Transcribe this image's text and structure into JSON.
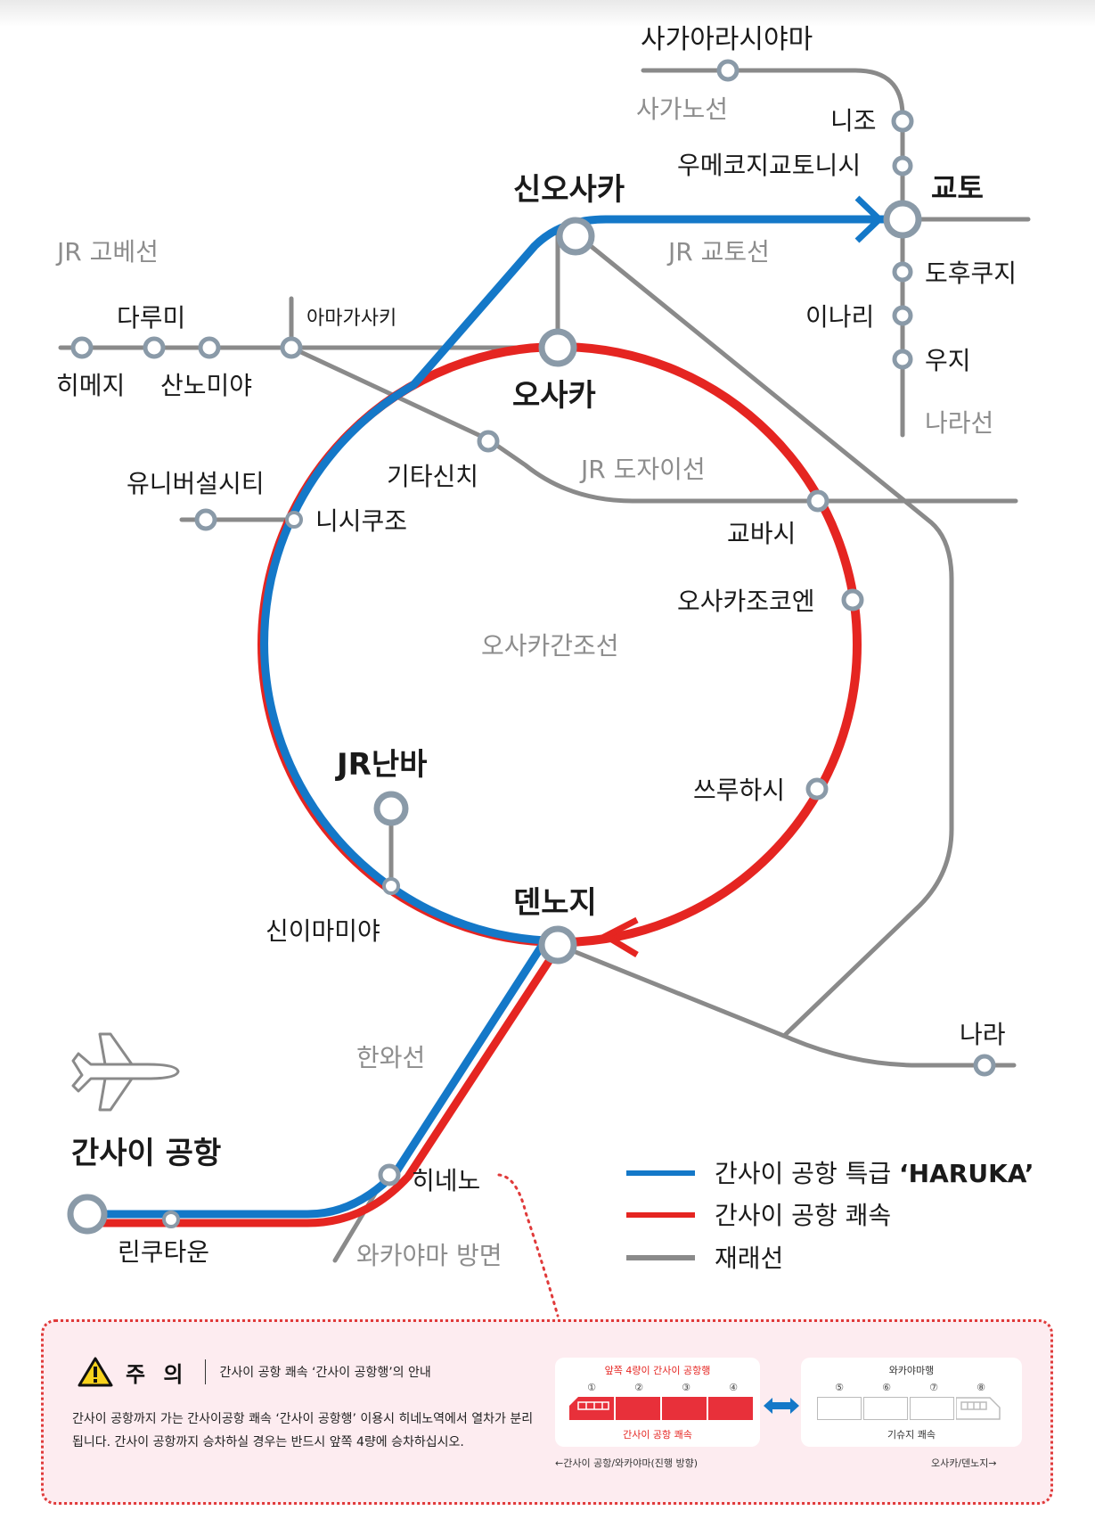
{
  "stations": {
    "sagaarashiyama": "사가아라시야마",
    "nijo": "니조",
    "umekoji": "우메코지교토니시",
    "kyoto": "교토",
    "shinosaka": "신오사카",
    "tofukuji": "도후쿠지",
    "inari": "이나리",
    "uji": "우지",
    "tarumi": "다루미",
    "amagasaki": "아마가사키",
    "himeji": "히메지",
    "sannomiya": "산노미야",
    "osaka": "오사카",
    "kitashinchi": "기타신치",
    "kyobashi": "교바시",
    "universal": "유니버설시티",
    "nishikujo": "니시쿠조",
    "osakajokoen": "오사카조코엔",
    "jrnamba": "JR난바",
    "tsuruhashi": "쓰루하시",
    "tennoji": "덴노지",
    "shinimamiya": "신이마미야",
    "nara": "나라",
    "kansai": "간사이 공항",
    "hineno": "히네노",
    "rinku": "린쿠타운"
  },
  "lines": {
    "saga": "사가노선",
    "kyoto_line": "JR 교토선",
    "kobe": "JR 고베선",
    "nara_line": "나라선",
    "tozai": "JR 도자이선",
    "loop": "오사카간조선",
    "hanwa": "한와선",
    "wakayama": "와카야마 방면"
  },
  "legend": {
    "haruka_prefix": "간사이 공항 특급 ",
    "haruka_name": "‘HARUKA’",
    "rapid": "간사이 공항 쾌속",
    "local": "재래선"
  },
  "colors": {
    "haruka": "#1478c8",
    "rapid": "#e52521",
    "local": "#8a8a8a",
    "station_ring": "#8a9aa8"
  },
  "icons": {
    "airport": "airplane-icon",
    "warning": "warning-triangle-icon"
  },
  "notice": {
    "title": "주 의",
    "subtitle": "간사이 공항 쾌속 ‘간사이 공항행’의 안내",
    "body": "간사이 공항까지 가는 간사이공항 쾌속 ‘간사이 공항행’ 이용시 히네노역에서 열차가 분리됩니다. 간사이 공항까지 승차하실 경우는 반드시 앞쪽 4량에 승차하십시오.",
    "front_caption": "앞쪽 4량이 간사이 공항행",
    "front_name": "간사이 공항 쾌속",
    "rear_caption": "와카야마행",
    "rear_name": "기슈지 쾌속",
    "cars": [
      "①",
      "②",
      "③",
      "④",
      "⑤",
      "⑥",
      "⑦",
      "⑧"
    ],
    "dir_left": "←간사이 공항/와카야마(진행 방향)",
    "dir_right": "오사카/덴노지→"
  }
}
